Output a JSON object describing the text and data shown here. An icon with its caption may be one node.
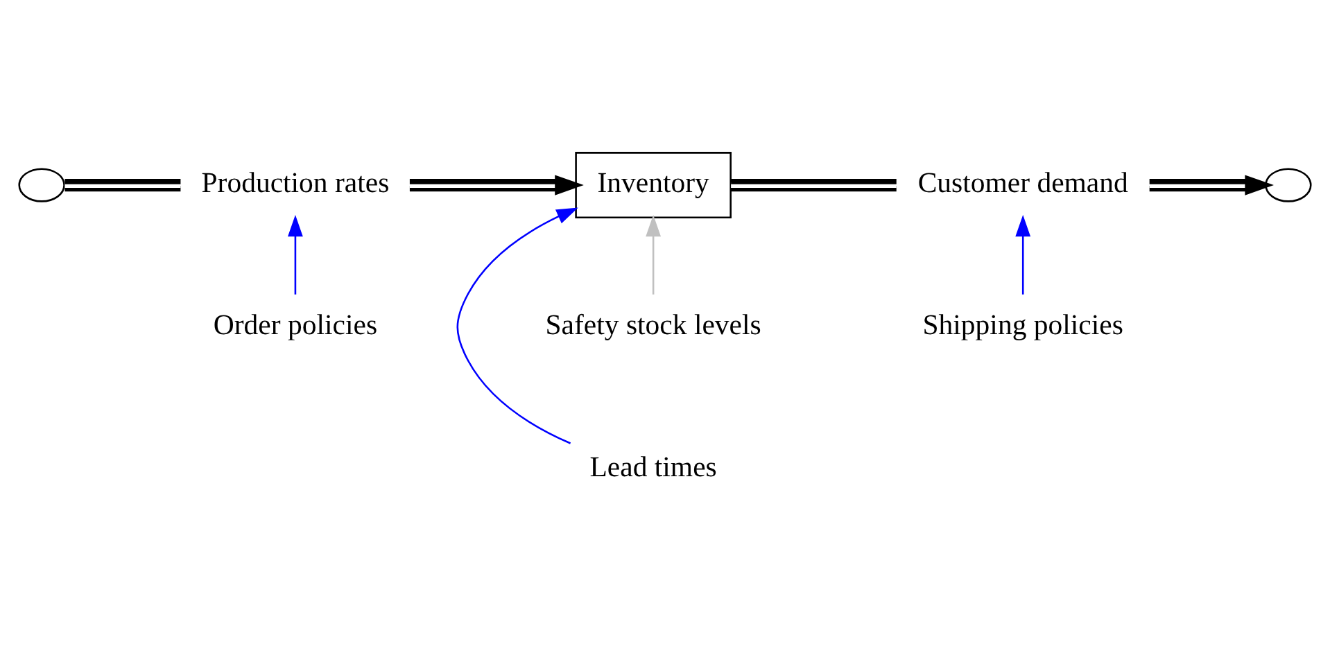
{
  "diagram": {
    "nodes": [
      {
        "text": [],
        "shape": "cloud"
      },
      {
        "text": [
          "Production rates"
        ]
      },
      {
        "text": [
          "Inventory"
        ]
      },
      {
        "text": [
          "Customer demand"
        ]
      },
      {
        "text": [],
        "shape": "cloud"
      },
      {
        "text": [
          "Order policies"
        ]
      },
      {
        "text": [
          "Safety stock levels"
        ]
      },
      {
        "text": [
          "Lead times"
        ]
      },
      {
        "text": [
          "Shipping policies"
        ]
      }
    ],
    "edges": [
      {
        "from": 0,
        "to": 1,
        "arrow": "none",
        "style": "thick"
      },
      {
        "from": 1,
        "to": 2,
        "arrow": "to",
        "style": "thick"
      },
      {
        "from": 2,
        "to": 3,
        "arrow": "none",
        "style": "thick"
      },
      {
        "from": 3,
        "to": 4,
        "arrow": "to",
        "style": "thick"
      },
      {
        "from": 5,
        "to": 1,
        "arrow": "to",
        "color": "#0000ff"
      },
      {
        "from": 6,
        "to": 2,
        "arrow": "to",
        "color": "#c0c0c0"
      },
      {
        "from": 7,
        "to": 2,
        "arrow": "to",
        "color": "#0000ff"
      },
      {
        "from": 8,
        "to": 3,
        "arrow": "to",
        "color": "#0000ff"
      }
    ]
  }
}
